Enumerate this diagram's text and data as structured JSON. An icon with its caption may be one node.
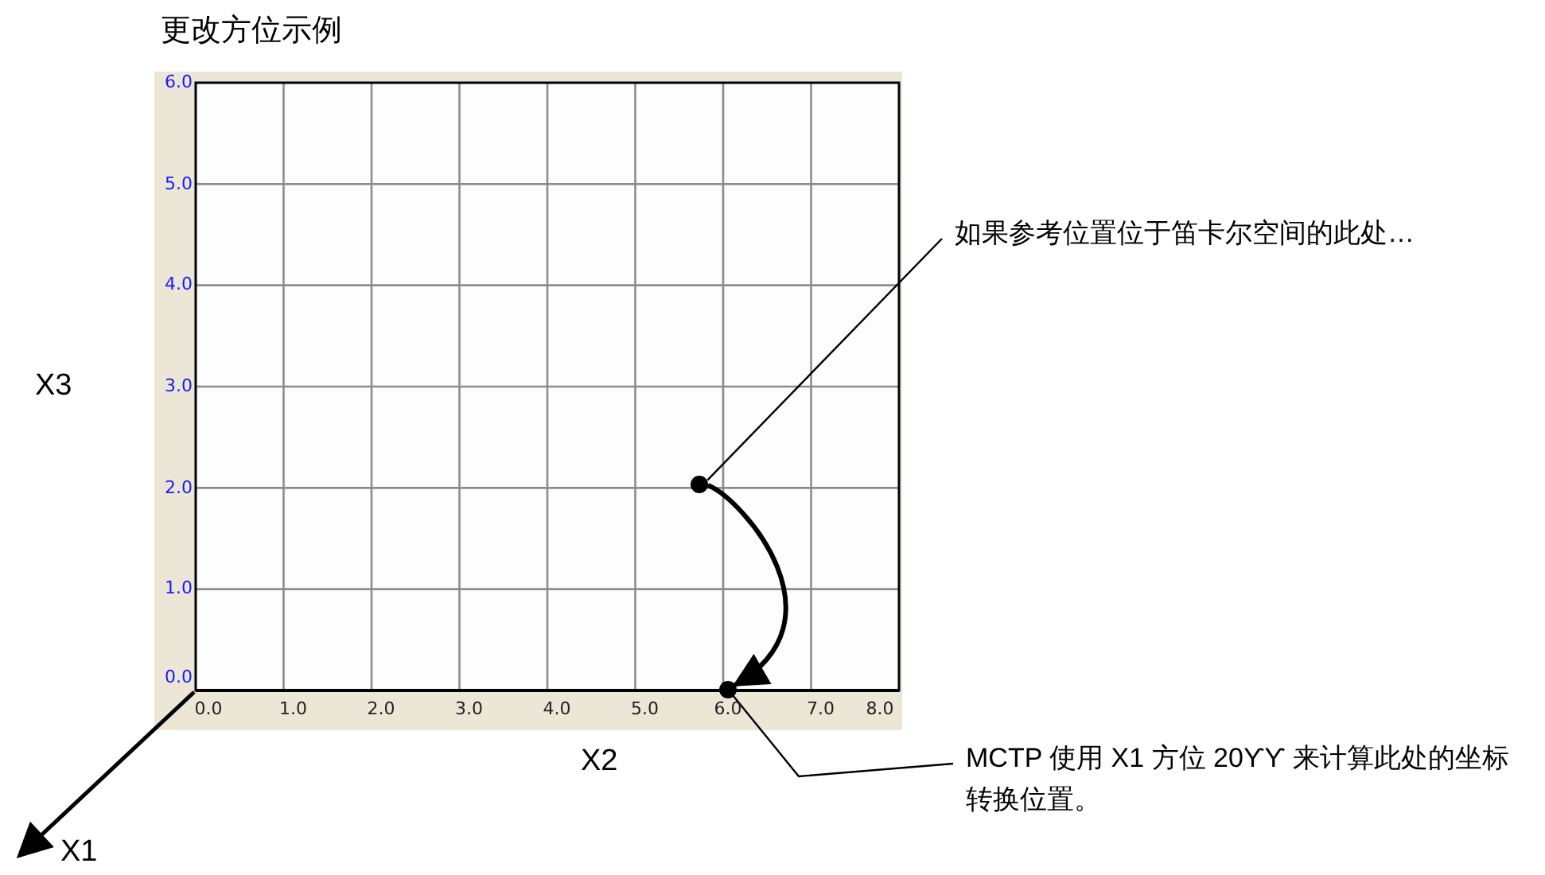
{
  "diagram": {
    "title": "更改方位示例",
    "nodes": [
      {
        "text": [
          "如果参考位置位于笛卡尔空间的此处…"
        ]
      },
      {
        "text": [],
        "shape": "circle"
      },
      {
        "text": [],
        "shape": "circle"
      },
      {
        "text": [
          "MCTP 使用 X1 方位 20ϒϒ 来计算此处的坐标转换位置。"
        ]
      }
    ],
    "edges": [
      {
        "from": 0,
        "to": 1,
        "arrow": "none"
      },
      {
        "from": 1,
        "to": 2,
        "arrow": "to",
        "style": "thick"
      },
      {
        "from": 3,
        "to": 2,
        "arrow": "none"
      }
    ],
    "labels": [
      "6.0",
      "5.0",
      "4.0",
      "X3",
      "3.0",
      "2.0",
      "1.0",
      "0.0",
      "0.0",
      "1.0",
      "2.0",
      "3.0",
      "4.0",
      "5.0",
      "6.0",
      "7.0",
      "8.0",
      "X2",
      "X1"
    ]
  }
}
